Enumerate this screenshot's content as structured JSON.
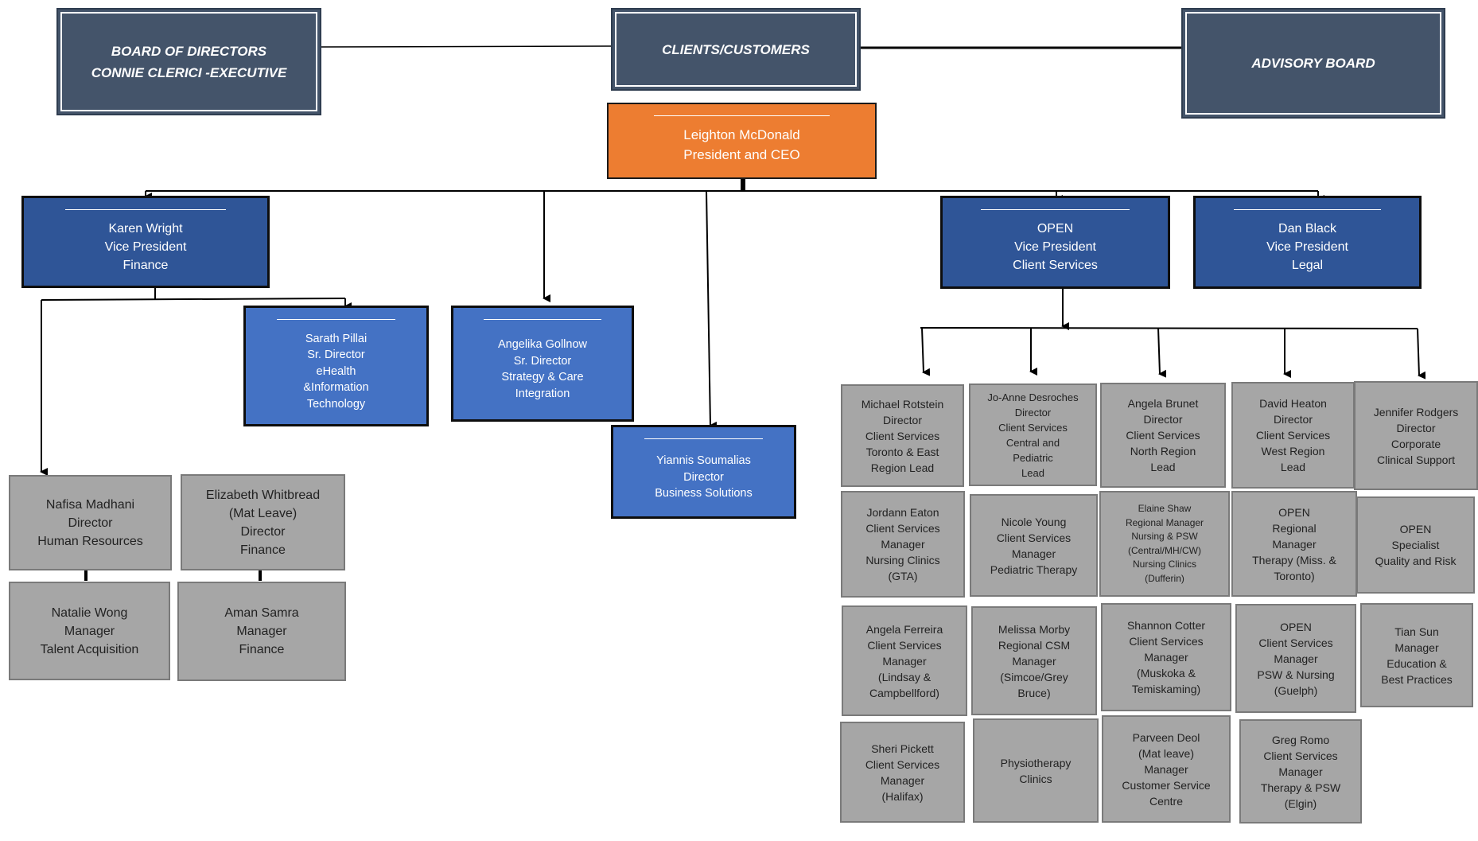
{
  "top": {
    "board": [
      "BOARD OF DIRECTORS",
      "CONNIE CLERICI -EXECUTIVE"
    ],
    "clients": [
      "CLIENTS/CUSTOMERS"
    ],
    "advisory": [
      "ADVISORY BOARD"
    ]
  },
  "ceo": [
    "Leighton McDonald",
    "President and CEO"
  ],
  "vps": {
    "finance": [
      "Karen Wright",
      "Vice President",
      "Finance"
    ],
    "client_services": [
      "OPEN",
      "Vice President",
      "Client Services"
    ],
    "legal": [
      "Dan Black",
      "Vice President",
      "Legal"
    ]
  },
  "senior": {
    "sarath": [
      "Sarath Pillai",
      "Sr. Director",
      "eHealth",
      "&Information",
      "Technology"
    ],
    "angelika": [
      "Angelika Gollnow",
      "Sr. Director",
      "Strategy & Care",
      "Integration"
    ],
    "yiannis": [
      "Yiannis Soumalias",
      "Director",
      "Business Solutions"
    ]
  },
  "finance_staff": {
    "nafisa": [
      "Nafisa Madhani",
      "Director",
      "Human Resources"
    ],
    "elizabeth": [
      "Elizabeth Whitbread",
      "(Mat Leave)",
      "Director",
      "Finance"
    ],
    "natalie": [
      "Natalie Wong",
      "Manager",
      "Talent Acquisition"
    ],
    "aman": [
      "Aman Samra",
      "Manager",
      "Finance"
    ]
  },
  "client_services": {
    "col1": [
      [
        "Michael Rotstein",
        "Director",
        "Client Services",
        "Toronto & East",
        "Region Lead"
      ],
      [
        "Jordann Eaton",
        "Client Services",
        "Manager",
        "Nursing Clinics",
        "(GTA)"
      ],
      [
        "Angela Ferreira",
        "Client Services",
        "Manager",
        "(Lindsay &",
        "Campbellford)"
      ],
      [
        "Sheri Pickett",
        "Client Services",
        "Manager",
        "(Halifax)"
      ]
    ],
    "col2": [
      [
        "Jo-Anne Desroches",
        "Director",
        "Client Services",
        "Central and",
        "Pediatric",
        "Lead"
      ],
      [
        "Nicole Young",
        "Client Services",
        "Manager",
        "Pediatric Therapy"
      ],
      [
        "Melissa Morby",
        "Regional CSM",
        "Manager",
        "(Simcoe/Grey",
        "Bruce)"
      ],
      [
        "Physiotherapy",
        "Clinics"
      ]
    ],
    "col3": [
      [
        "Angela Brunet",
        "Director",
        "Client Services",
        "North Region",
        "Lead"
      ],
      [
        "Elaine Shaw",
        "Regional Manager",
        "Nursing & PSW",
        "(Central/MH/CW)",
        "Nursing Clinics",
        "(Dufferin)"
      ],
      [
        "Shannon Cotter",
        "Client Services",
        "Manager",
        "(Muskoka &",
        "Temiskaming)"
      ],
      [
        "Parveen Deol",
        "(Mat leave)",
        "Manager",
        "Customer Service",
        "Centre"
      ]
    ],
    "col4": [
      [
        "David Heaton",
        "Director",
        "Client Services",
        "West Region",
        "Lead"
      ],
      [
        "OPEN",
        "Regional",
        "Manager",
        "Therapy (Miss. &",
        "Toronto)"
      ],
      [
        "OPEN",
        "Client Services",
        "Manager",
        "PSW & Nursing",
        "(Guelph)"
      ],
      [
        "Greg Romo",
        "Client Services",
        "Manager",
        "Therapy & PSW",
        "(Elgin)"
      ]
    ],
    "col5": [
      [
        "Jennifer Rodgers",
        "Director",
        "Corporate",
        "Clinical Support"
      ],
      [
        "OPEN",
        "Specialist",
        "Quality and Risk"
      ],
      [
        "Tian Sun",
        "Manager",
        "Education &",
        "Best Practices"
      ]
    ]
  },
  "colors": {
    "top": "#44546a",
    "ceo": "#ed7d31",
    "vp": "#2f5597",
    "senior": "#4472c4",
    "staff": "#a6a6a6"
  }
}
